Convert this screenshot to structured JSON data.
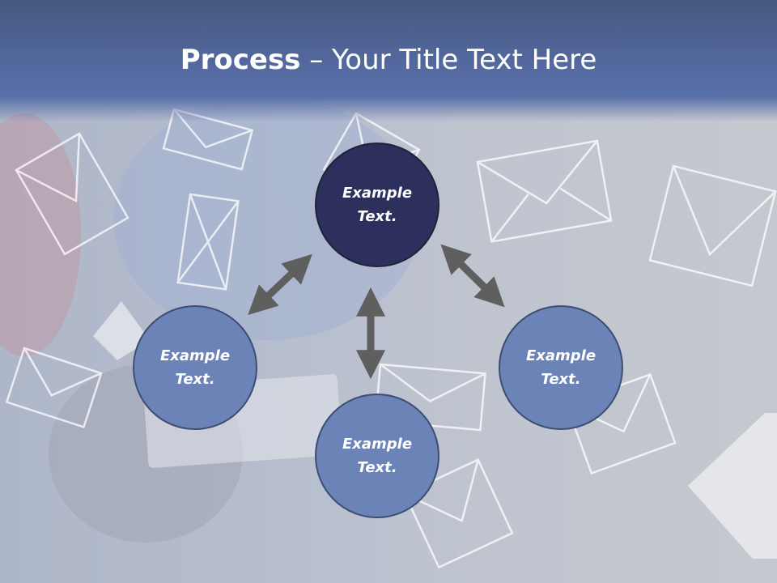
{
  "slide": {
    "title_bold": "Process",
    "title_rest": " – Your Title Text Here"
  },
  "nodes": {
    "top": {
      "line1": "Example",
      "line2": "Text."
    },
    "left": {
      "line1": "Example",
      "line2": "Text."
    },
    "bottom": {
      "line1": "Example",
      "line2": "Text."
    },
    "right": {
      "line1": "Example",
      "line2": "Text."
    }
  },
  "colors": {
    "title_band": "#5369a0",
    "node_dark": "#2d2f5d",
    "node_light": "#6c83b7",
    "arrow": "#5f5f5f",
    "envelope_stroke": "#ffffff"
  },
  "decor": {
    "background_image": "envelopes-photo",
    "connector": "double-arrow-icon"
  }
}
